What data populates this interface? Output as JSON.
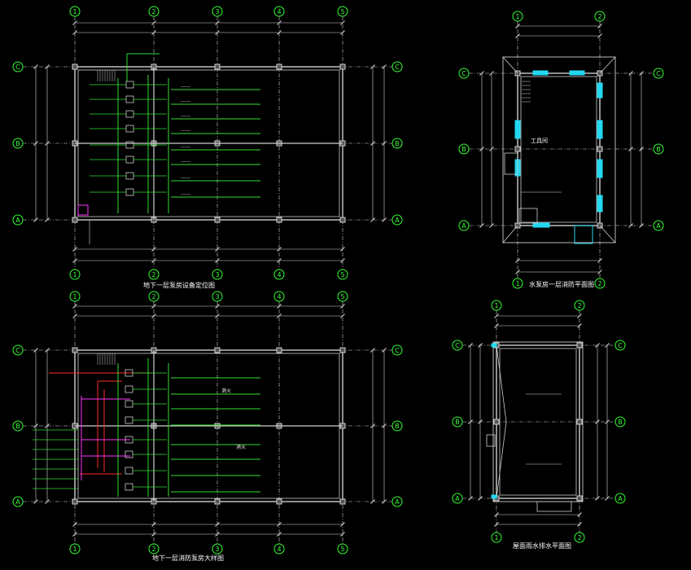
{
  "colors": {
    "background": "#000000",
    "wall": "#cfcfcf",
    "dim": "#d8d8d8",
    "axis": "#33ff33",
    "pipe_green": "#33dd33",
    "pipe_red": "#ff2a2a",
    "pipe_magenta": "#ff33ff",
    "window_cyan": "#22d8f0",
    "text": "#ffffff"
  },
  "drawings": {
    "plan_a": {
      "title": "地下一层泵房设备定位图"
    },
    "plan_b": {
      "title": "地下一层消防泵房大样图"
    },
    "plan_c": {
      "title": "水泵房一层消防平面图",
      "room_label": "工具间"
    },
    "plan_d": {
      "title": "屋面雨水排水平面图"
    }
  },
  "axes": {
    "numbers_large": [
      "1",
      "2",
      "3",
      "4",
      "5"
    ],
    "letters": [
      "C",
      "B",
      "A"
    ],
    "numbers_small": [
      "1",
      "2"
    ]
  },
  "annotations": {
    "pipe_tag": "消火"
  }
}
